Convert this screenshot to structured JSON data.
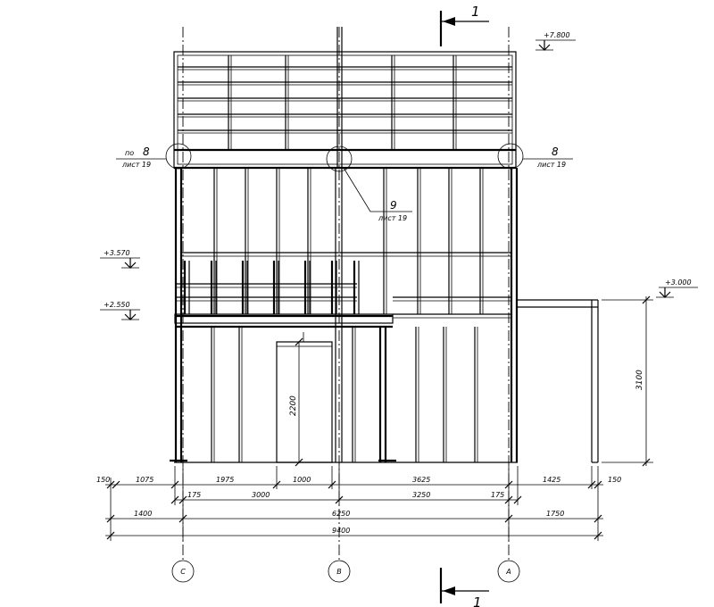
{
  "section_marks": {
    "top": "1",
    "bottom": "1"
  },
  "levels": {
    "roof_top": "+7.800",
    "upper": "+3.570",
    "floor": "+2.550",
    "canopy": "+3.000"
  },
  "callouts": {
    "left": {
      "number": "8",
      "prefix": "по",
      "sheet": "лист 19"
    },
    "right": {
      "number": "8",
      "sheet": "лист 19"
    },
    "center": {
      "number": "9",
      "sheet": "лист 19"
    }
  },
  "dimensions": {
    "row1": [
      "150",
      "1075",
      "1975",
      "1000",
      "3625",
      "1425",
      "150"
    ],
    "row2": [
      "175",
      "3000",
      "3250",
      "175"
    ],
    "row3": [
      "1400",
      "6250",
      "1750"
    ],
    "row4": [
      "9400"
    ],
    "door_height": "2200",
    "canopy_height": "3100"
  },
  "axes": [
    "C",
    "B",
    "A"
  ]
}
